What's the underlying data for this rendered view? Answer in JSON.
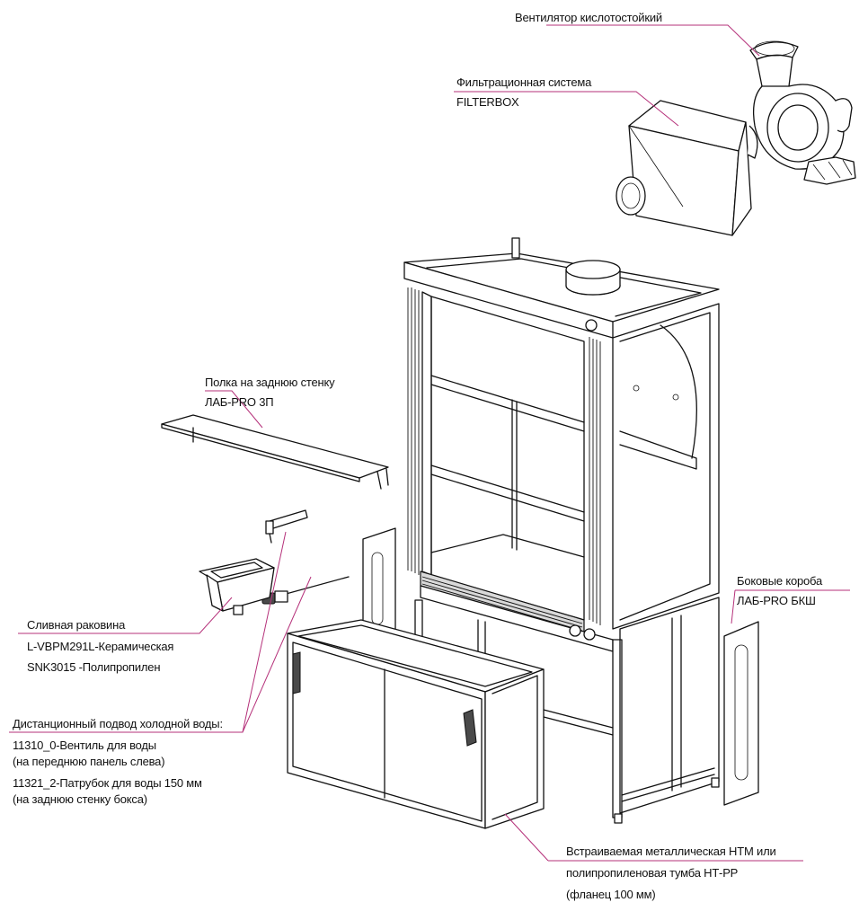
{
  "colors": {
    "leader": "#b5317a",
    "line": "#111111",
    "background": "#ffffff"
  },
  "labels": {
    "fan": {
      "line1": "Вентилятор кислотостойкий"
    },
    "filter": {
      "line1": "Фильтрационная система",
      "line2": "FILTERBOX"
    },
    "shelf": {
      "line1": "Полка на заднюю стенку",
      "line2": "ЛАБ-PRO 3П"
    },
    "side_boxes": {
      "line1": "Боковые короба",
      "line2": "ЛАБ-PRO БКШ"
    },
    "sink": {
      "line1": "Сливная раковина",
      "line2": "L-VBPM291L-Керамическая",
      "line3": "SNK3015 -Полипропилен"
    },
    "water": {
      "line1": "Дистанционный подвод холодной воды:",
      "line2": "11310_0-Вентиль для воды",
      "line3": "(на переднюю панель слева)",
      "line4": "11321_2-Патрубок для воды 150 мм",
      "line5": "(на заднюю стенку бокса)"
    },
    "cabinet": {
      "line1": "Встраиваемая металлическая  НТМ или",
      "line2": "полипропиленовая тумба НТ-РР",
      "line3": "(фланец 100 мм)"
    }
  }
}
